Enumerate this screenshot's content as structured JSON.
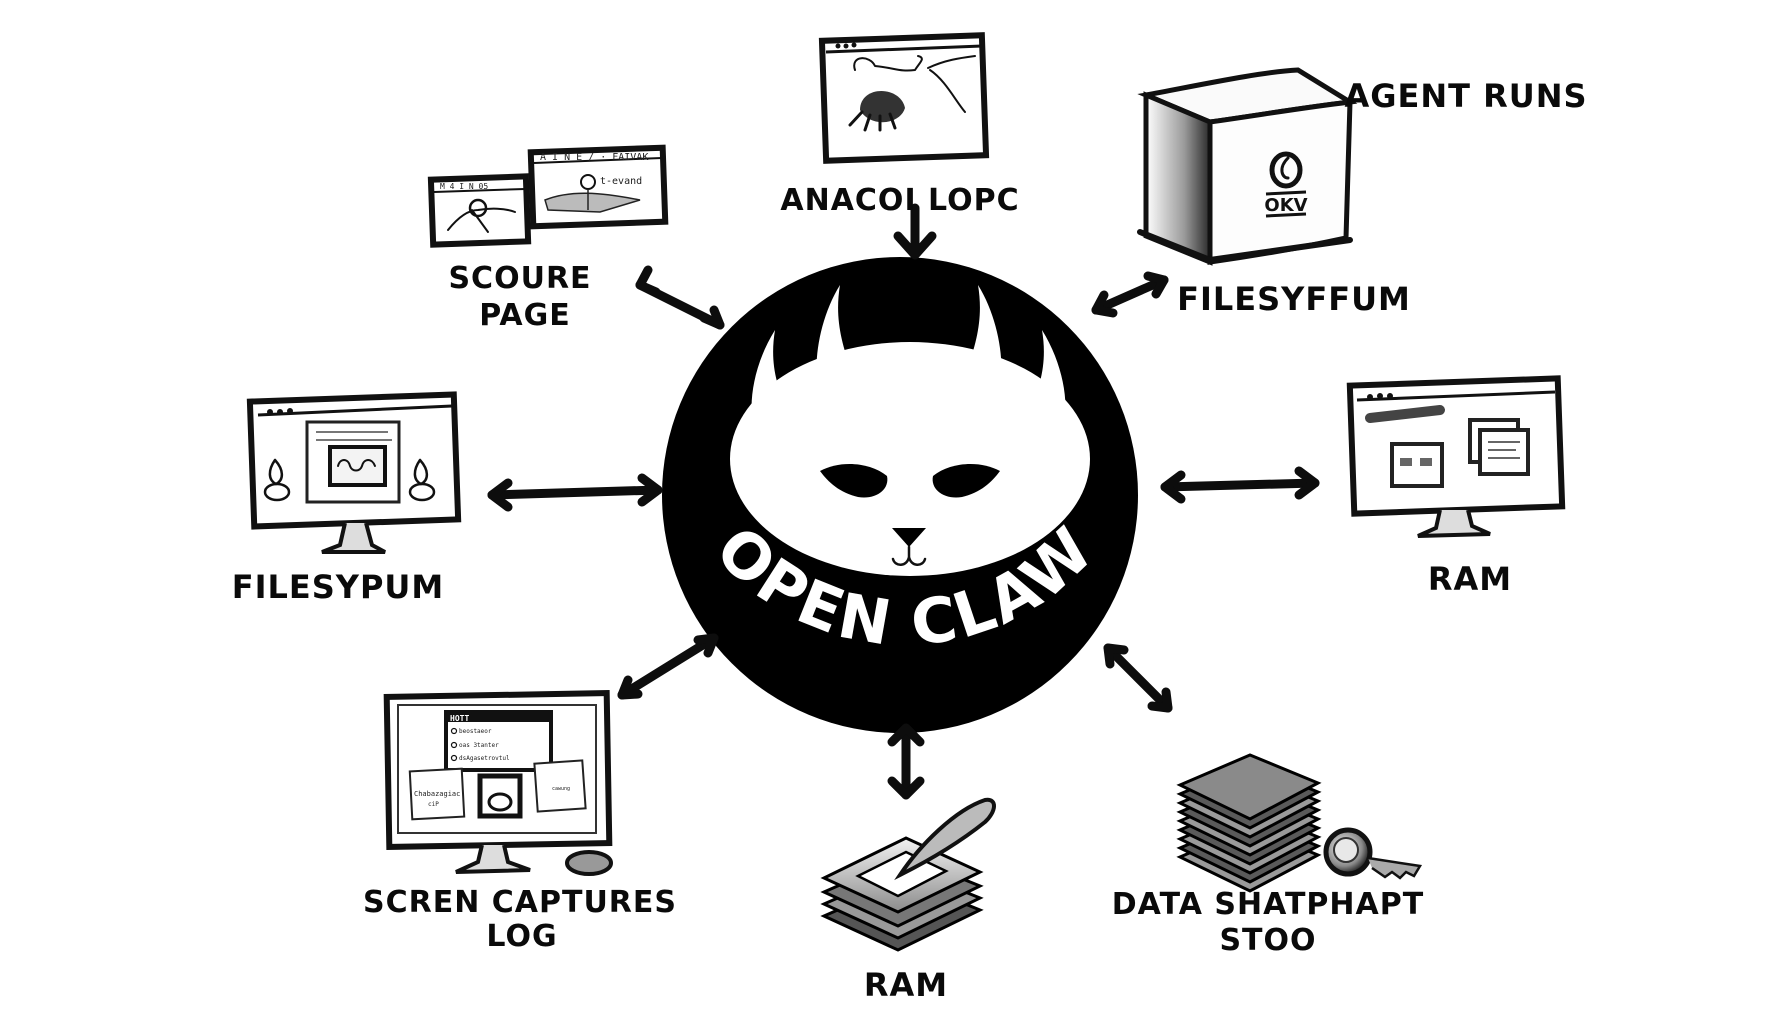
{
  "hub": {
    "title": "OPEN CLAW",
    "fill": "#000000",
    "text_color": "#ffffff"
  },
  "nodes": {
    "top": {
      "label_line1": "ANACOI LOPC",
      "icon": "browser-window-octopus-sketch",
      "arrow": "down"
    },
    "top_left": {
      "label_line1": "SCOURE",
      "label_line2": "PAGE",
      "icon": "two-browser-windows-sketch",
      "window1_title": "M 4 I N  05",
      "window2_title": "A I N E / · FAIVAK",
      "window2_annotation": "t-evand",
      "arrow": "bidirectional"
    },
    "top_right": {
      "label_top": "AGENT RUNS",
      "label_bottom": "FILESYFFUM",
      "icon": "server-box-sketch",
      "box_logo_text": "OKV",
      "arrow": "bidirectional"
    },
    "left": {
      "label_line1": "FILESYPUM",
      "icon": "monitor-claw-sketch",
      "arrow": "bidirectional"
    },
    "right": {
      "label_line1": "RAM",
      "icon": "monitor-windows-sketch",
      "arrow": "bidirectional"
    },
    "bottom_left": {
      "label_line1": "SCREN CAPTURES",
      "label_line2": "LOG",
      "icon": "monitor-dialog-sketch",
      "dialog_title": "HOTT",
      "dialog_options": [
        "beostaeor",
        "oas 3tanter",
        "dsAgasetrovtul"
      ],
      "note_left": "Chabazagiac",
      "note_left_sub": "ciP",
      "note_right": "cawung",
      "arrow": "bidirectional"
    },
    "bottom": {
      "label_line1": "RAM",
      "icon": "paper-stack-pen-sketch",
      "arrow": "bidirectional"
    },
    "bottom_right": {
      "label_line1": "DATA SHATPHAPT",
      "label_line2": "STOO",
      "icon": "layer-stack-key-sketch",
      "arrow": "bidirectional"
    }
  }
}
